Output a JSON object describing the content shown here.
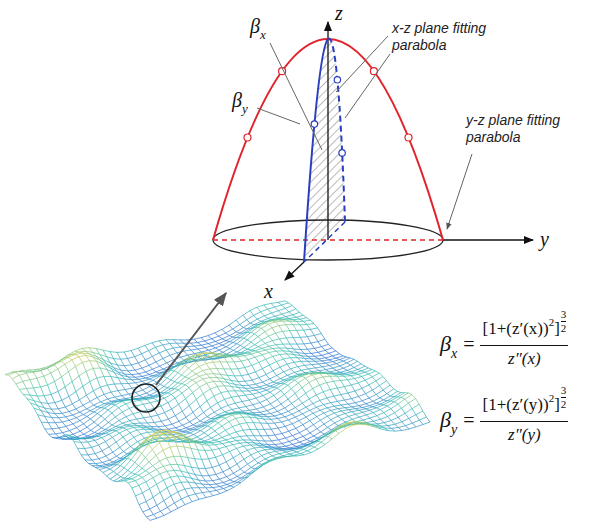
{
  "diagram": {
    "labels": [
      "z",
      "β",
      "x",
      "x-z plane fitting parabola",
      "β",
      "y",
      "y-z plane fitting parabola",
      "y",
      "x",
      "β",
      "x",
      "=",
      "[1+(z′(x))",
      "2",
      "]",
      "3",
      "2",
      "z″(x)",
      "β",
      "y",
      "=",
      "[1+(z′(y))",
      "2",
      "]",
      "3",
      "2",
      "z″(y)"
    ]
  }
}
